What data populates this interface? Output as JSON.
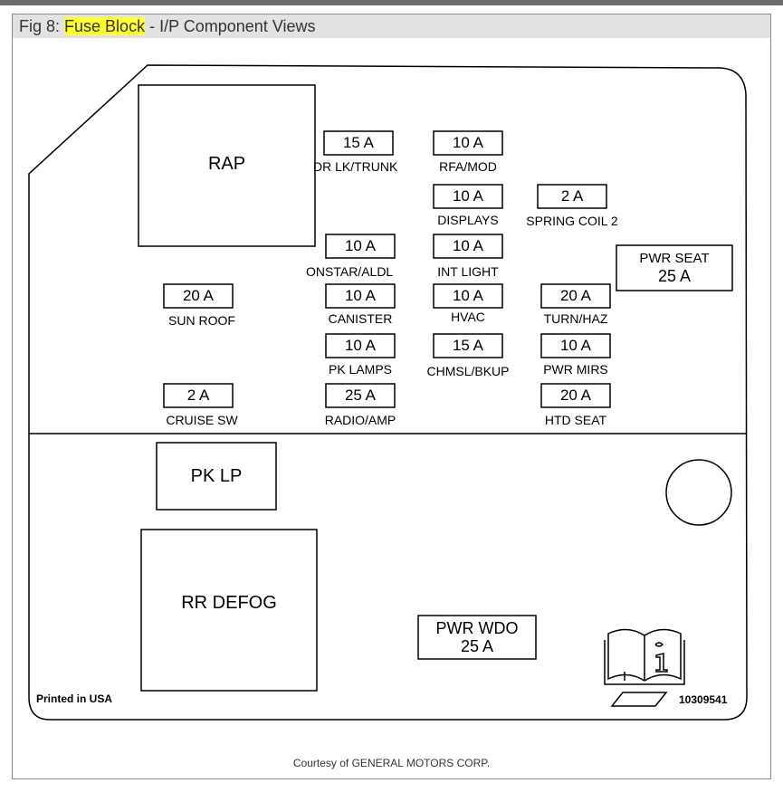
{
  "figure": {
    "prefix": "Fig 8: ",
    "highlight": "Fuse Block",
    "suffix": " - I/P Component Views"
  },
  "blocks": {
    "rap": "RAP",
    "pk_lp": "PK LP",
    "rr_defog": "RR DEFOG"
  },
  "fuses": {
    "dr_lk_trunk": {
      "rating": "15 A",
      "name": "DR LK/TRUNK"
    },
    "rfa_mod": {
      "rating": "10 A",
      "name": "RFA/MOD"
    },
    "displays": {
      "rating": "10 A",
      "name": "DISPLAYS"
    },
    "spring_coil_2": {
      "rating": "2 A",
      "name": "SPRING COIL 2"
    },
    "onstar_aldl": {
      "rating": "10 A",
      "name": "ONSTAR/ALDL"
    },
    "int_light": {
      "rating": "10 A",
      "name": "INT LIGHT"
    },
    "sun_roof": {
      "rating": "20 A",
      "name": "SUN ROOF"
    },
    "canister": {
      "rating": "10 A",
      "name": "CANISTER"
    },
    "hvac": {
      "rating": "10 A",
      "name": "HVAC"
    },
    "turn_haz": {
      "rating": "20 A",
      "name": "TURN/HAZ"
    },
    "pk_lamps": {
      "rating": "10 A",
      "name": "PK LAMPS"
    },
    "chmsl_bkup": {
      "rating": "15 A",
      "name": "CHMSL/BKUP"
    },
    "pwr_mirs": {
      "rating": "10 A",
      "name": "PWR MIRS"
    },
    "cruise_sw": {
      "rating": "2 A",
      "name": "CRUISE SW"
    },
    "radio_amp": {
      "rating": "25 A",
      "name": "RADIO/AMP"
    },
    "htd_seat": {
      "rating": "20 A",
      "name": "HTD SEAT"
    }
  },
  "breakers": {
    "pwr_seat": {
      "name": "PWR SEAT",
      "rating": "25 A"
    },
    "pwr_wdo": {
      "name": "PWR WDO",
      "rating": "25 A"
    }
  },
  "footer": {
    "printed": "Printed in USA",
    "part_number": "10309541"
  },
  "credit": "Courtesy of GENERAL MOTORS CORP."
}
